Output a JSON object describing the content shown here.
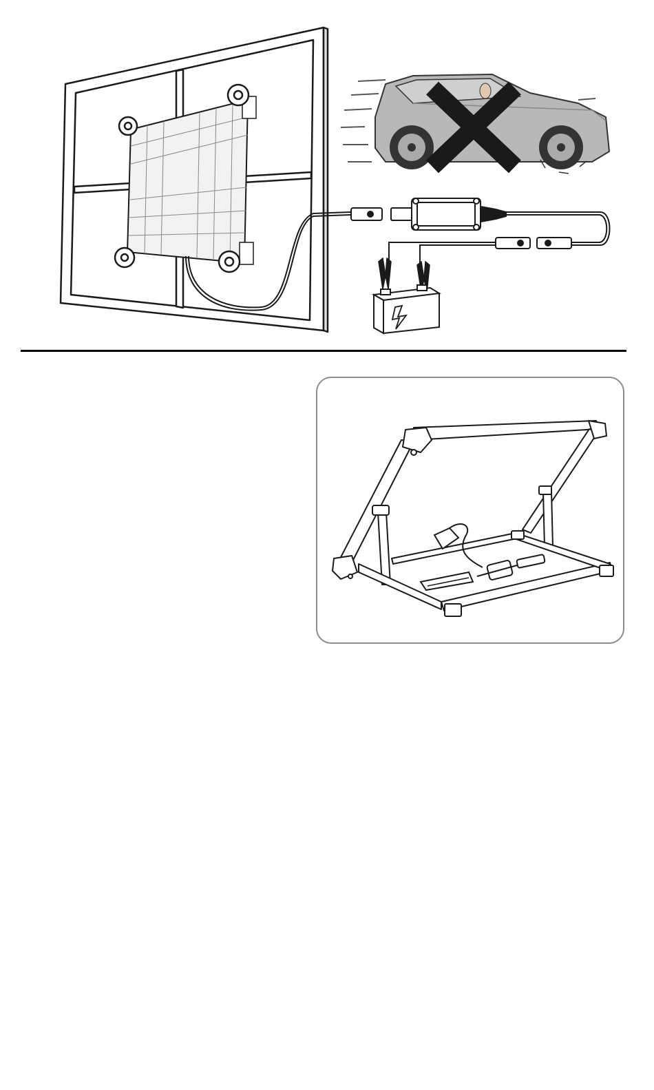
{
  "page": {
    "background": "#ffffff",
    "ink": "#1a1a1a"
  },
  "figures": {
    "window_mount": {
      "icons": [
        "window-frame",
        "solar-panel",
        "suction-cup",
        "cable",
        "charge-controller",
        "battery",
        "clamp",
        "connector"
      ],
      "prohibited_icon": "car-crossed-out-icon"
    },
    "stand": {
      "icons": [
        "folding-stand",
        "charge-controller",
        "clamp",
        "connector"
      ],
      "frame_color": "#8c8c8c"
    }
  },
  "text_column": {
    "lines": []
  }
}
